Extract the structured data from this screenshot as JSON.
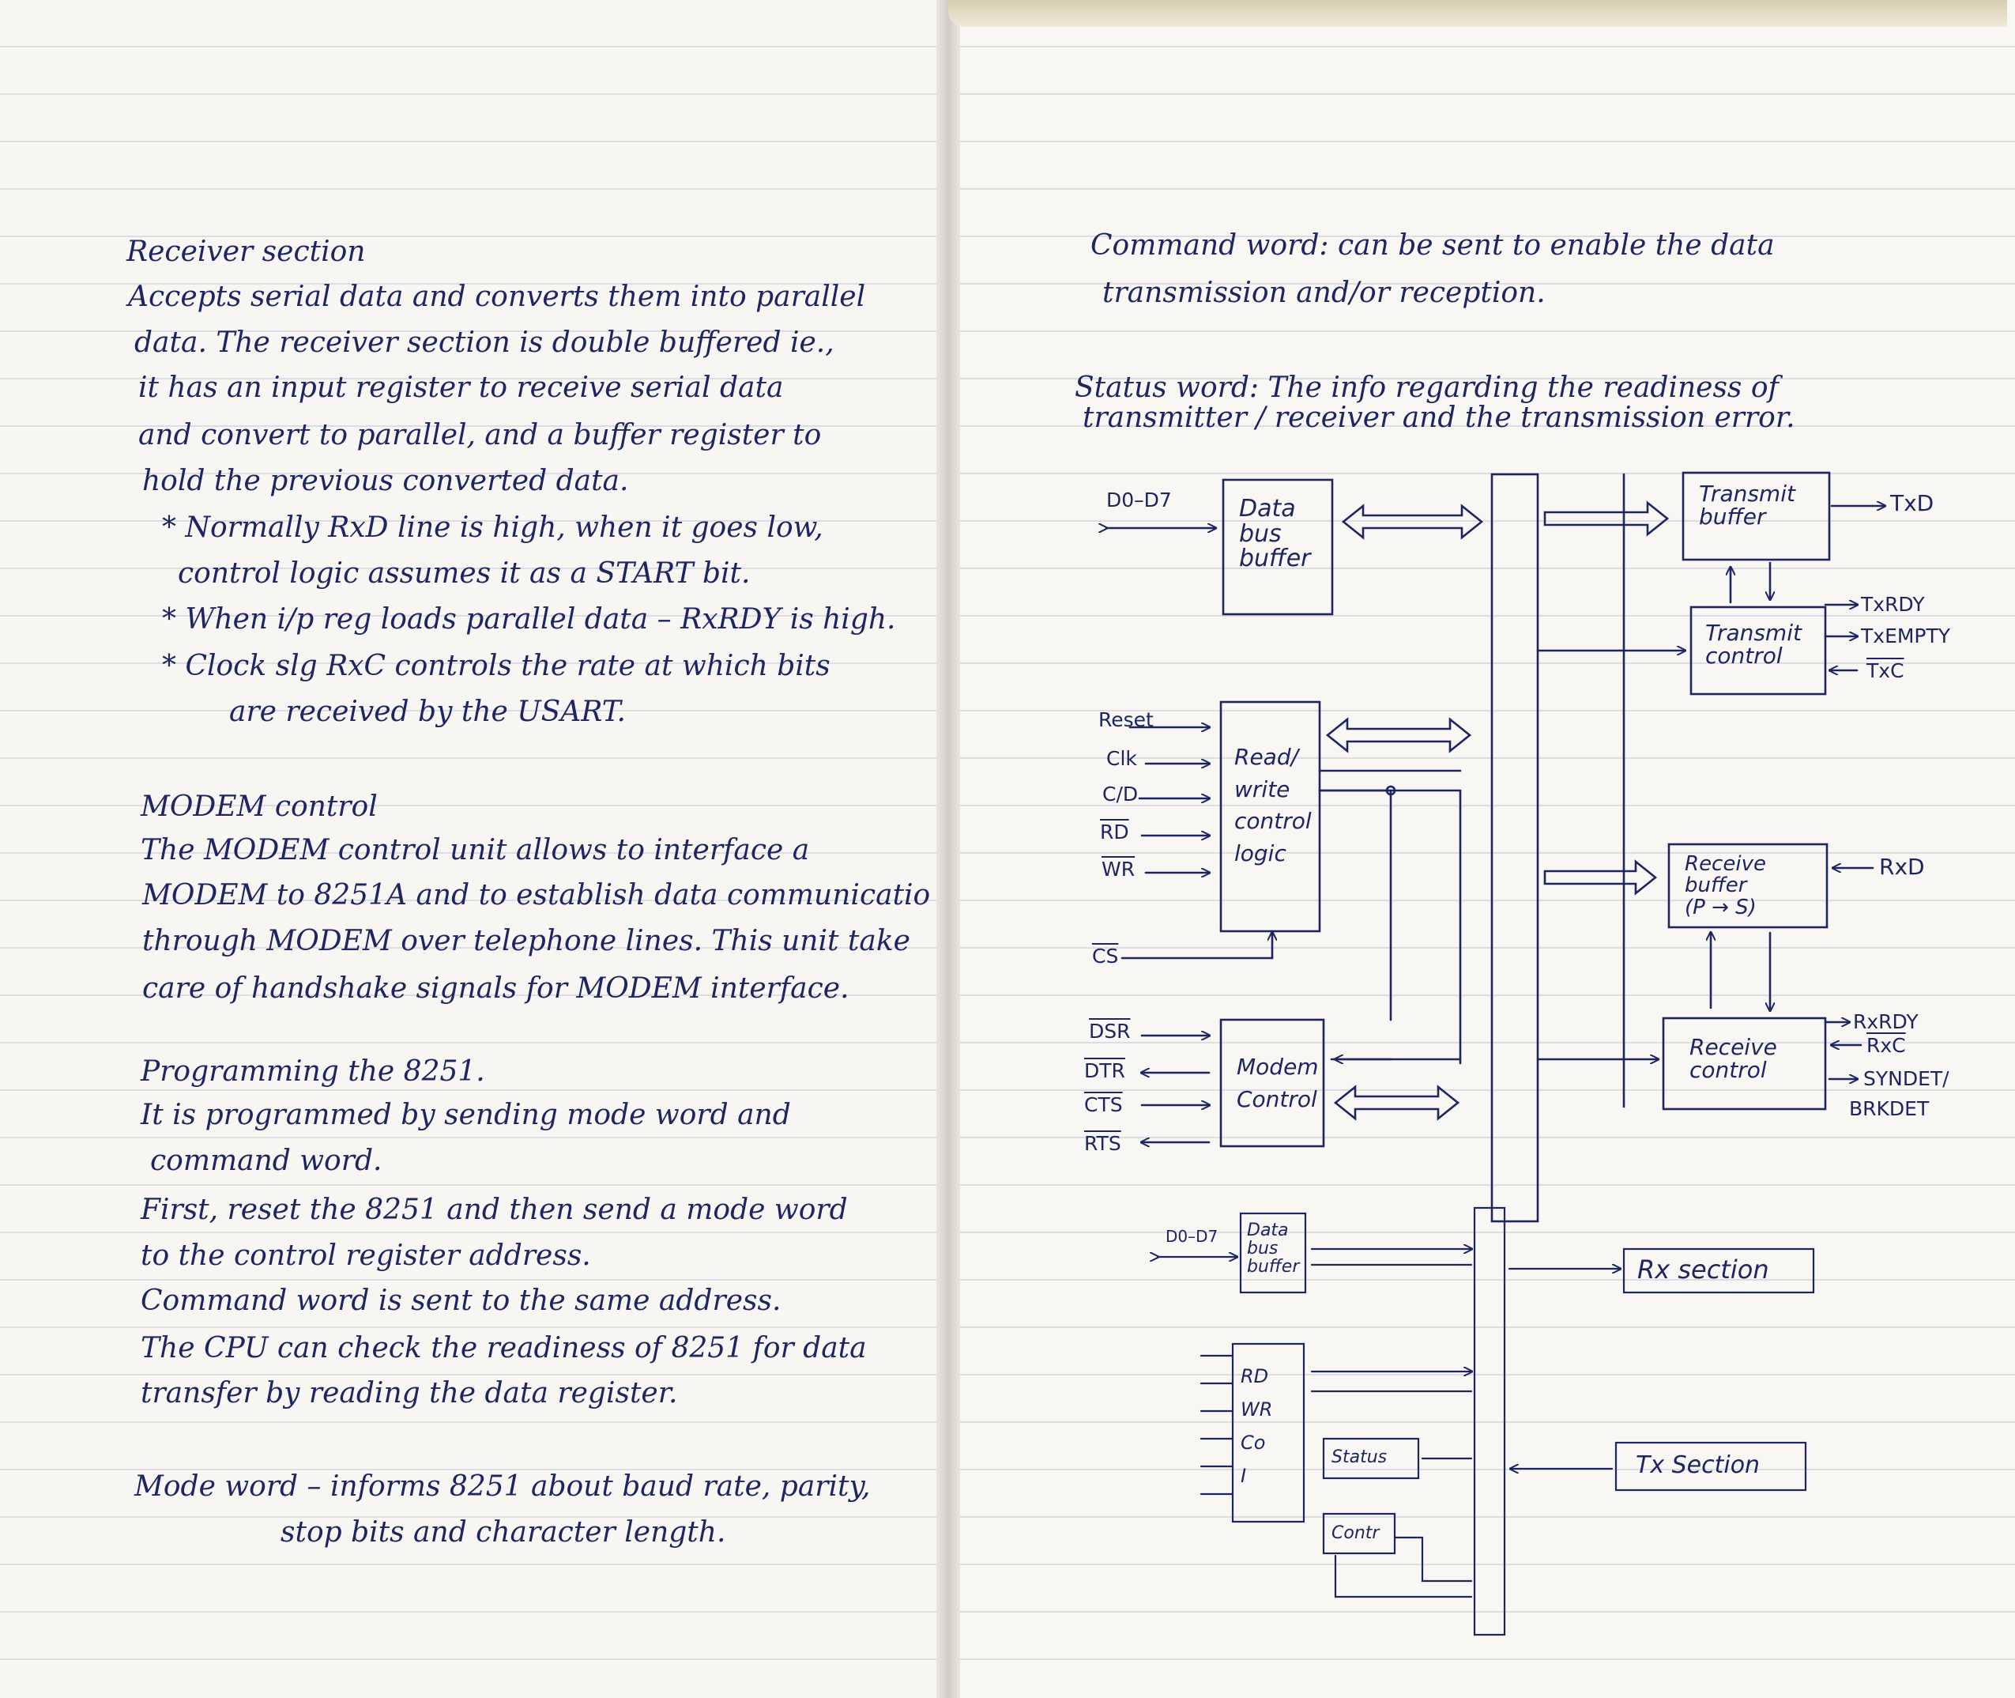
{
  "left_page": {
    "receiver": {
      "heading": "Receiver section",
      "lines": [
        "Accepts serial data and converts them into parallel",
        "data. The receiver section is double buffered ie.,",
        "it has an input register to receive serial data",
        "and convert to parallel, and a buffer register to",
        "hold the previous converted data."
      ],
      "bullets": [
        "* Normally RxD line is high, when it goes low,",
        "control logic assumes it as a START bit.",
        "* When i/p reg loads parallel data – RxRDY is high.",
        "* Clock slg RxC controls the rate at which bits",
        "are received by the USART."
      ]
    },
    "modem": {
      "heading": "MODEM control",
      "lines": [
        "The MODEM control unit allows to interface a",
        "MODEM to 8251A and to establish data communicatio",
        "through MODEM over telephone lines. This unit take",
        "care of handshake signals for MODEM interface."
      ]
    },
    "programming": {
      "heading": "Programming the 8251.",
      "lines": [
        "It is programmed by sending mode word and",
        "command word.",
        "First, reset the 8251 and then send a mode word",
        "to the control register address.",
        "Command word is sent to the same address.",
        "The CPU can check the readiness of 8251 for data",
        "transfer by reading the data register."
      ]
    },
    "mode_word": {
      "lines": [
        "Mode word – informs 8251 about baud rate, parity,",
        "stop bits and character length."
      ]
    }
  },
  "right_page": {
    "command_word": [
      "Command word: can be sent to enable the data",
      "transmission and/or reception."
    ],
    "status_word": [
      "Status word: The info regarding the readiness of",
      "transmitter / receiver and the transmission error."
    ],
    "block_diagram": {
      "data_bus_buffer": [
        "Data",
        "bus",
        "buffer"
      ],
      "read_write": [
        "Read/",
        "write",
        "control",
        "logic"
      ],
      "modem_control": [
        "Modem",
        "Control"
      ],
      "transmit_buffer": [
        "Transmit",
        "buffer"
      ],
      "transmit_control": [
        "Transmit",
        "control"
      ],
      "receive_buffer": [
        "Receive",
        "buffer",
        "(P → S)"
      ],
      "receive_control": [
        "Receive",
        "control"
      ],
      "pins": {
        "d0d7": "D0–D7",
        "reset": "Reset",
        "clk": "Clk",
        "cd": "C/D",
        "rd": "RD",
        "wr": "WR",
        "cs": "CS",
        "dsr": "DSR",
        "dtr": "DTR",
        "cts": "CTS",
        "rts": "RTS",
        "txd": "TxD",
        "txrdy": "TxRDY",
        "txempty": "TxEMPTY",
        "txc": "TxC",
        "rxd": "RxD",
        "rxrdy": "RxRDY",
        "rxc": "RxC",
        "syndet": "SYNDET/",
        "brkdet": "BRKDET"
      }
    },
    "sketch": {
      "d0d7": "D0–D7",
      "data_bus": [
        "Data",
        "bus",
        "buffer"
      ],
      "control_pins": [
        "RD",
        "WR",
        "Co",
        "I"
      ],
      "status": "Status",
      "control": "Contr",
      "rx_section": "Rx section",
      "tx_section": "Tx Section"
    }
  }
}
